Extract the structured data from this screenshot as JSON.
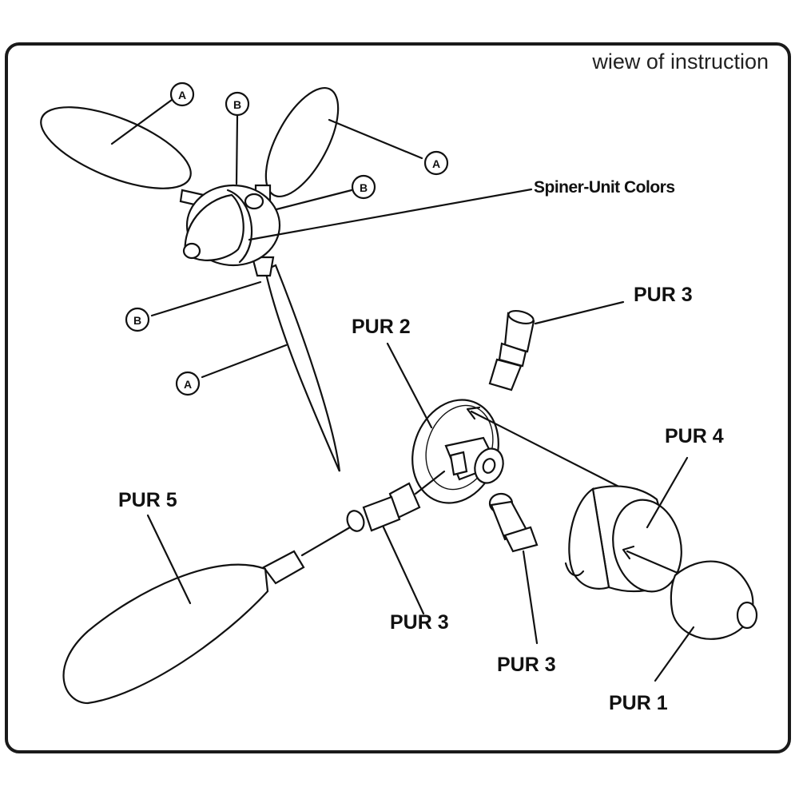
{
  "header": {
    "title": "wiew of instruction"
  },
  "callouts": {
    "a": "A",
    "b": "B",
    "spinner_unit_colors": "Spiner-Unit Colors"
  },
  "parts": {
    "pur1": "PUR 1",
    "pur2": "PUR 2",
    "pur3": "PUR 3",
    "pur4": "PUR 4",
    "pur5": "PUR 5"
  },
  "colors": {
    "line": "#111111",
    "background": "#ffffff",
    "frame": "#1a1a1a"
  }
}
